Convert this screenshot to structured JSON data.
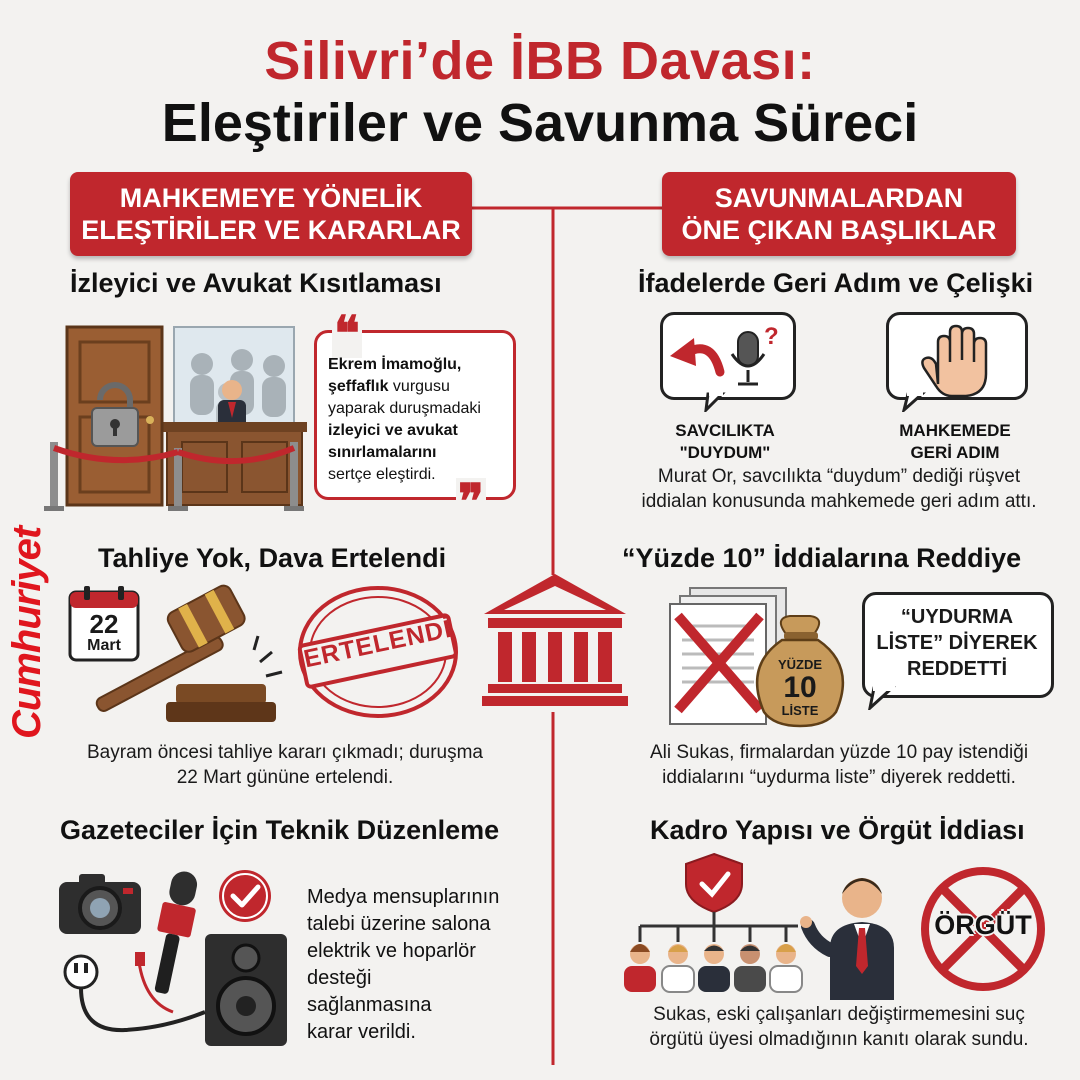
{
  "header": {
    "title_line1": "Silivri’de İBB Davası:",
    "title_line2": "Eleştiriler ve Savunma Süreci"
  },
  "brand": {
    "name": "Cumhuriyet",
    "color": "#e0161e"
  },
  "colors": {
    "accent": "#c0272d",
    "dark": "#1a1a1a",
    "background": "#f3f2f0"
  },
  "left": {
    "banner_line1": "MAHKEMEYE YÖNELİK",
    "banner_line2": "ELEŞTİRİLER VE KARARLAR",
    "s1": {
      "title": "İzleyici ve Avukat Kısıtlaması",
      "quote_p1": "Ekrem İmamoğlu,",
      "quote_p2": "şeffaflık",
      "quote_p3": " vurgusu",
      "quote_p4": "yaparak duruşmadaki",
      "quote_p5": "izleyici ve avukat",
      "quote_p6": "sınırlamalarını",
      "quote_p7": "sertçe eleştirdi.",
      "icon": "locked-door-courtroom-icon"
    },
    "s2": {
      "title": "Tahliye Yok, Dava Ertelendi",
      "cal_day": "22",
      "cal_month": "Mart",
      "stamp": "ERTELENDİ",
      "caption_l1": "Bayram öncesi tahliye kararı çıkmadı; duruşma",
      "caption_l2": "22 Mart gününe ertelendi."
    },
    "s3": {
      "title": "Gazeteciler İçin Teknik Düzenleme",
      "text_l1": "Medya mensuplarının",
      "text_l2": "talebi üzerine salona",
      "text_l3": "elektrik ve hoparlör",
      "text_l4": "desteği",
      "text_l5": "sağlanmasına",
      "text_l6": "karar verildi."
    }
  },
  "right": {
    "banner_line1": "SAVUNMALARDAN",
    "banner_line2": "ÖNE ÇIKAN BAŞLIKLAR",
    "s1": {
      "title": "İfadelerde Geri Adım ve Çelişki",
      "label1_l1": "SAVCILIKTA",
      "label1_l2": "\"DUYDUM\"",
      "label2_l1": "MAHKEMEDE",
      "label2_l2": "GERİ ADIM",
      "caption_l1": "Murat Or, savcılıkta “duydum” dediği rüşvet",
      "caption_l2": "iddialan konusunda mahkemede geri adım attı."
    },
    "s2": {
      "title": "“Yüzde 10” İddialarına Reddiye",
      "bag_l1": "YÜZDE",
      "bag_l2": "10",
      "bag_l3": "LİSTE",
      "bubble_l1": "“UYDURMA",
      "bubble_l2": "LİSTE” DİYEREK",
      "bubble_l3": "REDDETTİ",
      "caption_l1": "Ali Sukas, firmalardan yüzde 10 pay istendiği",
      "caption_l2": "iddialarını “uydurma liste” diyerek reddetti."
    },
    "s3": {
      "title": "Kadro Yapısı ve Örgüt İddiası",
      "sign": "ÖRGÜT",
      "caption_l1": "Sukas, eski çalışanları değiştirmemesini suç",
      "caption_l2": "örgütü üyesi olmadığının kanıtı olarak sundu."
    }
  }
}
